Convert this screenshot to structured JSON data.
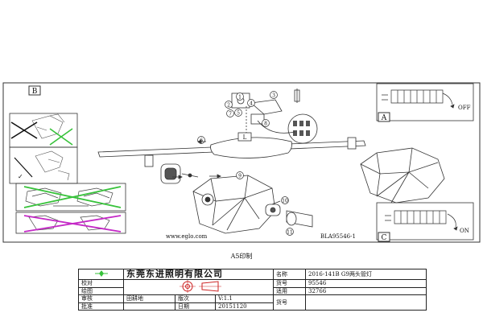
{
  "drawing": {
    "panel_labels": {
      "a": "A",
      "b": "B",
      "c": "C"
    },
    "step_numbers": [
      "1",
      "2",
      "3",
      "4",
      "5",
      "6",
      "7",
      "8",
      "9",
      "10",
      "11"
    ],
    "switch_labels": {
      "off": "OFF",
      "on": "ON"
    },
    "tag_label": "L",
    "website": "www.eglo.com",
    "drawing_code": "BLA95546-1"
  },
  "print_label": "A5印制",
  "title_block": {
    "company": "东莞东进照明有限公司",
    "rows": {
      "name_label": "名称",
      "name_value": "2016-141B G9两头管灯",
      "check_label": "校对",
      "item_label": "货号",
      "item_value": "95546",
      "drawer_label": "绘图",
      "drawer_value": "田耕地",
      "apply_label": "适用",
      "apply_value": "32766",
      "review_label": "审核",
      "version_label": "版次",
      "version_value": "V:1.1",
      "approve_label": "批准",
      "date_label": "日期",
      "date_value": "20151120",
      "item2_label": "货号"
    }
  },
  "colors": {
    "green": "#37c23a",
    "magenta": "#c428c6",
    "line": "#222222"
  }
}
